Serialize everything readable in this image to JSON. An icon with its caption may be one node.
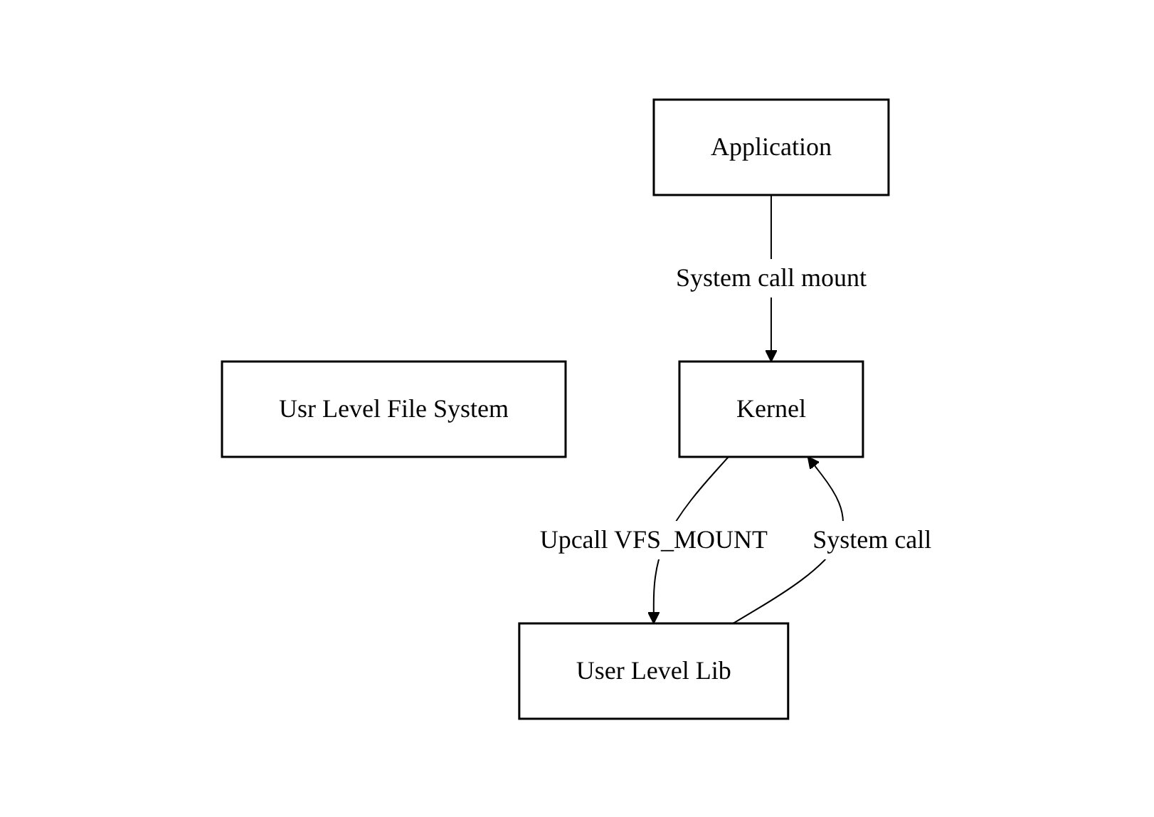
{
  "diagram": {
    "nodes": [
      {
        "text": [
          "Application"
        ]
      },
      {
        "text": [
          "Usr Level File System"
        ]
      },
      {
        "text": [
          "User Level Lib"
        ]
      },
      {
        "text": [
          "Kernel"
        ]
      }
    ],
    "edges": [
      {
        "from": 0,
        "to": 3,
        "arrow": "to",
        "label": "System call mount"
      },
      {
        "from": 3,
        "to": 2,
        "arrow": "to",
        "label": "Upcall VFS_MOUNT"
      },
      {
        "from": 2,
        "to": 3,
        "arrow": "to",
        "label": "System call"
      }
    ]
  }
}
